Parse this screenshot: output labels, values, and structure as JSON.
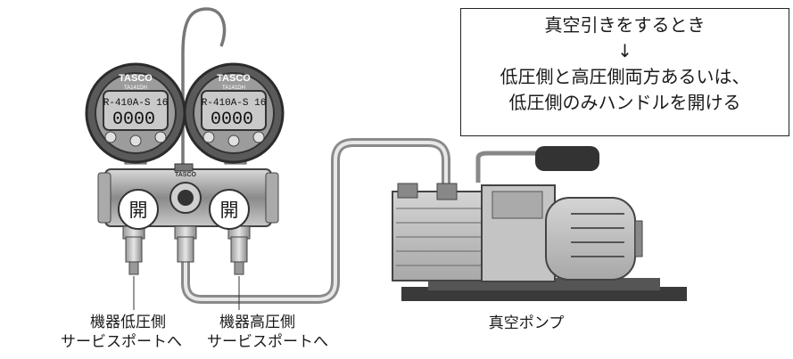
{
  "note": {
    "line1": "真空引きをするとき",
    "arrow": "↓",
    "line2": "低圧側と高圧側両方あるいは、",
    "line3": "低圧側のみハンドルを開ける"
  },
  "gauges": [
    {
      "brand": "TASCO",
      "model": "TA141DH",
      "refrigerant": "R-410A-S 16",
      "reading": "0000"
    },
    {
      "brand": "TASCO",
      "model": "TA141DH",
      "refrigerant": "R-410A-S 16",
      "reading": "0000"
    }
  ],
  "manifold": {
    "brand": "TASCO"
  },
  "valves": {
    "low": "開",
    "high": "開"
  },
  "labels": {
    "low_port_line1": "機器低圧側",
    "low_port_line2": "サービスポートへ",
    "high_port_line1": "機器高圧側",
    "high_port_line2": "サービスポートへ",
    "pump": "真空ポンプ"
  }
}
